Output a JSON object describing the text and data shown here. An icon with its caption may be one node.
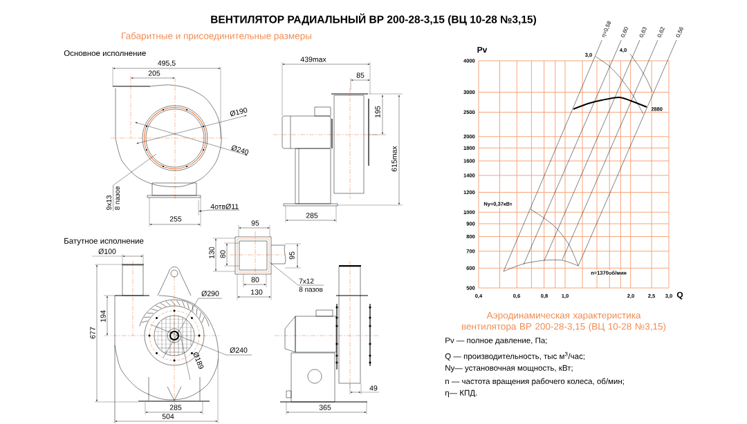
{
  "diagram": {
    "title": "ВЕНТИЛЯТОР РАДИАЛЬНЫЙ ВР 200-28-3,15 (ВЦ 10-28 №3,15)",
    "nodes": [
      {
        "text": [
          "9x13",
          "8 пазов"
        ]
      },
      {
        "text": [
          "4отвØ11"
        ]
      },
      {
        "text": [
          "7x12",
          "8 пазов"
        ]
      }
    ],
    "edges": [
      {
        "from": 0,
        "to": null,
        "arrow": "none"
      },
      {
        "from": 1,
        "to": null,
        "arrow": "to"
      },
      {
        "from": 2,
        "to": null,
        "arrow": "none"
      }
    ],
    "labels": [
      "Габаритные и присоединительные размеры",
      "Основное исполнение",
      "495,5",
      "205",
      "Ø190",
      "Ø240",
      "255",
      "439max",
      "85",
      "195",
      "615max",
      "285",
      "95",
      "Батутное исполнение",
      "Ø100",
      "130",
      "80",
      "95",
      "80",
      "130",
      "194",
      "677",
      "Ø290",
      "Ø240",
      "Ø189",
      "285",
      "504",
      "365",
      "49",
      "Pv",
      "4000",
      "3000",
      "2500",
      "2000",
      "1800",
      "1600",
      "1400",
      "1200",
      "1000",
      "900",
      "800",
      "700",
      "600",
      "500",
      "0,4",
      "0,6",
      "0,8",
      "1,0",
      "2,0",
      "2,5",
      "3,0",
      "Q",
      "η=0,58",
      "0,60",
      "0,63",
      "0,62",
      "0,56",
      "3,0",
      "4,0",
      "2880",
      "Ny=0,37кВт",
      "n=1370об/мин",
      "Аэродинамическая характеристика вентилятора ВР 200-28-3,15 (ВЦ 10-28 №3,15)",
      "Pv — полное давление, Па;",
      "Q — производительность, тыс м$^{3}$/час;",
      "Ny— установочная мощность, кВт;",
      "n — частота вращения рабочего колеса, об/мин;",
      "η— КПД."
    ]
  }
}
